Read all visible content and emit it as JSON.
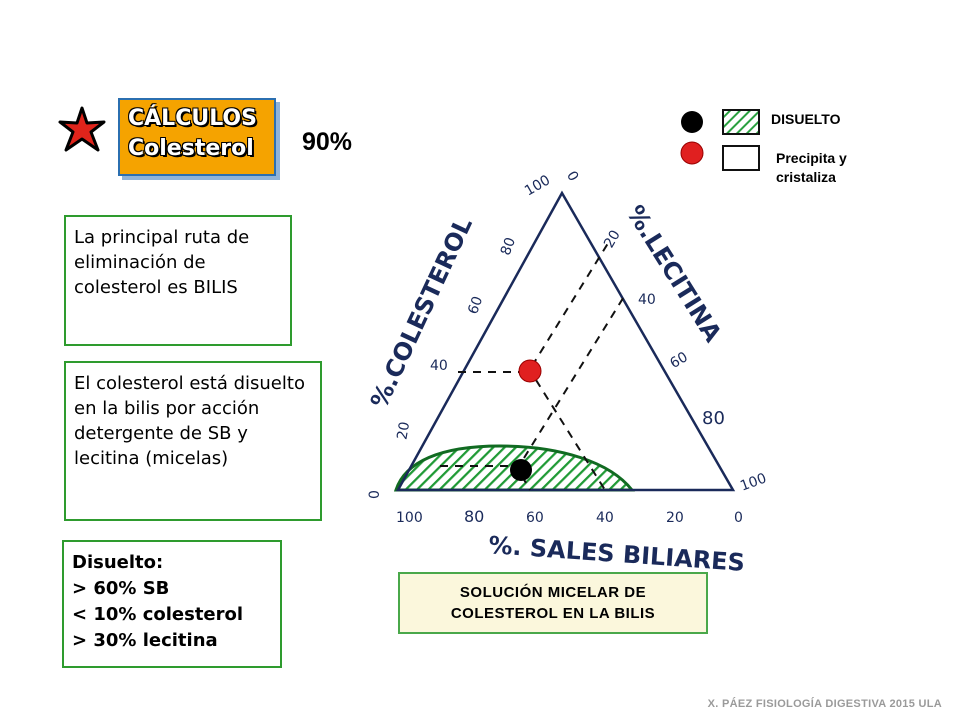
{
  "title": {
    "line1": "CÁLCULOS",
    "line2": "Colesterol",
    "percent": "90%"
  },
  "boxes": {
    "ruta": "La principal ruta de eliminación de colesterol es BILIS",
    "disuelto_explicacion": "El colesterol está disuelto en la bilis por acción detergente de SB y lecitina (micelas)",
    "disuelto_list": {
      "header": "Disuelto:",
      "items": [
        "> 60% SB",
        "< 10% colesterol",
        "> 30% lecitina"
      ]
    }
  },
  "legend": {
    "disuelto": "DISUELTO",
    "precipita_line1": "Precipita y",
    "precipita_line2": "cristaliza",
    "colors": {
      "black_dot": "#000000",
      "red_dot": "#e02020",
      "hatch": "#2aa040"
    }
  },
  "diagram": {
    "axis_left": "%.COLESTEROL",
    "axis_right": "%.LECITINA",
    "axis_bottom": "%. SALES BILIARES",
    "left_ticks": [
      "100",
      "80",
      "60",
      "40",
      "20",
      "0"
    ],
    "right_ticks": [
      "0",
      "20",
      "40",
      "60",
      "80",
      "100"
    ],
    "bottom_ticks": [
      "100",
      "80",
      "60",
      "40",
      "20",
      "0"
    ],
    "caption_line1": "SOLUCIÓN MICELAR DE",
    "caption_line2": "COLESTEROL EN LA BILIS"
  },
  "footer": "X. PÁEZ  FISIOLOGÍA DIGESTIVA 2015  ULA"
}
